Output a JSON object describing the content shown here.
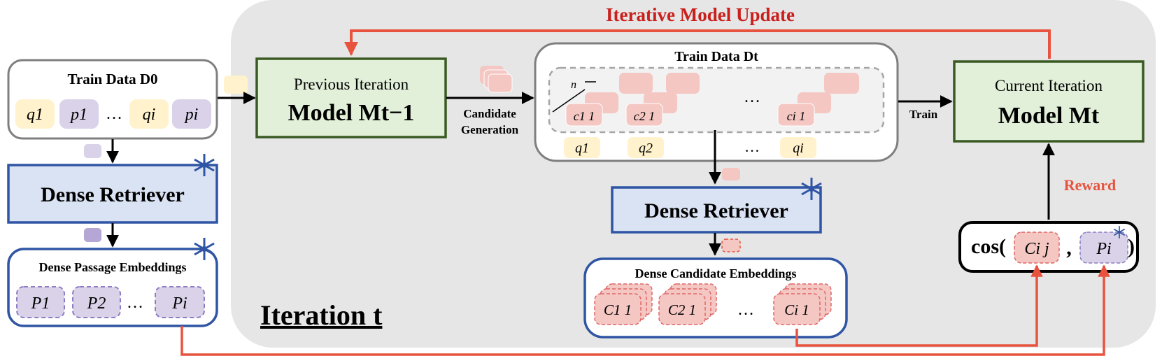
{
  "header": {
    "update_label": "Iterative Model Update",
    "iteration_label": "Iteration t"
  },
  "left": {
    "train_data_title": "Train Data D0",
    "tokens": [
      "q1",
      "p1",
      "…",
      "qi",
      "pi"
    ],
    "dense_retriever": "Dense Retriever",
    "passage_embeddings_title": "Dense Passage Embeddings",
    "passage_items": [
      "P1",
      "P2",
      "…",
      "Pi"
    ]
  },
  "prev_model": {
    "line1": "Previous Iteration",
    "line2": "Model Mt−1"
  },
  "candidate_generation": {
    "line1": "Candidate",
    "line2": "Generation"
  },
  "train_data_t": {
    "title": "Train Data Dt",
    "n_label": "n",
    "candidates": [
      "c1 1",
      "c2 1",
      "ci 1"
    ],
    "queries": [
      "q1",
      "q2",
      "…",
      "qi"
    ],
    "ellipsis": "…"
  },
  "train_label": "Train",
  "current_model": {
    "line1": "Current Iteration",
    "line2": "Model Mt"
  },
  "middle_retriever": "Dense Retriever",
  "candidate_embeddings": {
    "title": "Dense Candidate Embeddings",
    "items": [
      "C1 1",
      "C2 1",
      "…",
      "Ci 1"
    ]
  },
  "reward": {
    "label": "Reward",
    "formula_prefix": "cos(",
    "formula_comma": ",",
    "formula_suffix": ")",
    "arg1": "Ci j",
    "arg2": "Pi"
  },
  "colors": {
    "red_arrow": "#e8533f",
    "red_text": "#c9201d",
    "model_fill": "#e2efd9",
    "model_border": "#3b5a23",
    "retriever_fill": "#dae3f3",
    "retriever_border": "#2f55a4",
    "yellow_token": "#fff2cc",
    "purple_token": "#d9d2e9",
    "pink_token": "#f4c7c3",
    "iteration_bg": "#e6e6e6"
  }
}
